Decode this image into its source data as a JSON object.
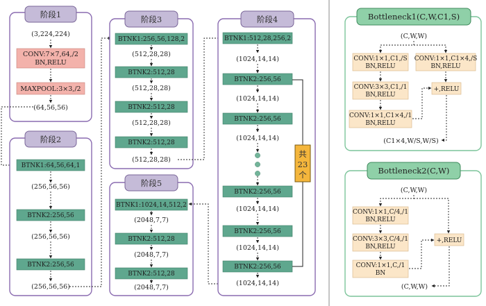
{
  "stage1": {
    "title": "阶段1",
    "input_shape": "(3,224,224)",
    "conv_line1": "CONV:7×7,64,/2",
    "conv_line2": "BN,RELU",
    "maxpool": "MAXPOOL:3×3,/2",
    "output_shape": "(64,56,56)"
  },
  "stage2": {
    "title": "阶段2",
    "blocks": [
      "BTNK1:64,56,64,1",
      "BTNK2:256,56",
      "BTNK2:256,56"
    ],
    "shapes": [
      "(256,56,56)",
      "(256,56,56)",
      "(256,56,56)"
    ]
  },
  "stage3": {
    "title": "阶段3",
    "blocks": [
      "BTNK1:256,56,128,2",
      "BTNK2:512,28",
      "BTNK2:512,28",
      "BTNK2:512,28"
    ],
    "shapes": [
      "(512,28,28)",
      "(512,28,28)",
      "(512,28,28)",
      "(512,28,28)"
    ]
  },
  "stage4": {
    "title": "阶段4",
    "blocks_top": [
      "BTNK1:512,28,256,2",
      "BTNK2:256,56",
      "BTNK2:256,56"
    ],
    "shapes_top": [
      "(1024,14,14)",
      "(1024,14,14)",
      "(1024,14,14)"
    ],
    "blocks_bottom": [
      "BTNK2:256,56",
      "BTNK2:256,56",
      "BTNK2:256,56"
    ],
    "shapes_bottom": [
      "(1024,14,14)",
      "(1024,14,14)",
      "(1024,14,14)"
    ],
    "repeat_label_chars": [
      "共",
      "23",
      "个"
    ]
  },
  "stage5": {
    "title": "阶段5",
    "blocks": [
      "BTNK1:1024,14,512,2",
      "BTNK2:512,28",
      "BTNK2:512,28"
    ],
    "shapes": [
      "(2048,7,7)",
      "(2048,7,7)",
      "(2048,7,7)"
    ]
  },
  "bottleneck1": {
    "title": "Bottleneck1(C,W,C1,S)",
    "input": "(C,W,W)",
    "conv_a": [
      "CONV:1×1,C1,/S",
      "BN,RELU"
    ],
    "conv_b": [
      "CONV:3×3,C1,/1",
      "BN,RELU"
    ],
    "conv_c": [
      "CONV:1×1,C1×4,/1",
      "BN,RELU"
    ],
    "shortcut": [
      "CONV:1×1,C1×4,/S",
      "BN,RELU"
    ],
    "add": "+,RELU",
    "output": "(C1×4,W/S,W/S)"
  },
  "bottleneck2": {
    "title": "Bottleneck2(C,W)",
    "input": "(C,W,W)",
    "conv_a": [
      "CONV:1×1,C/4,/1",
      "BN,RELU"
    ],
    "conv_b": [
      "CONV:3×3,C/4,/1",
      "BN,RELU"
    ],
    "conv_c": [
      "CONV:1×1,C,/1",
      "BN"
    ],
    "add": "+,RELU",
    "output": "(C,W,W)"
  }
}
